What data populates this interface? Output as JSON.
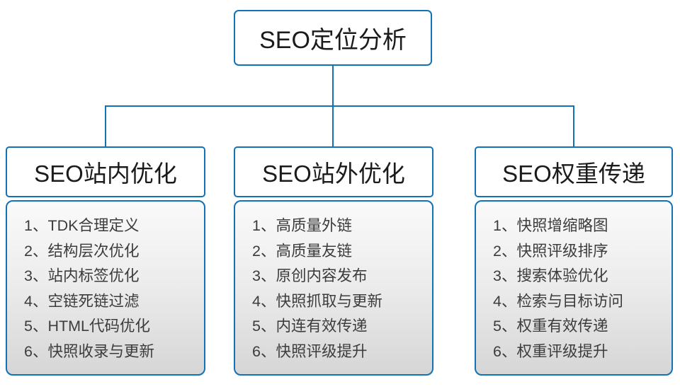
{
  "diagram": {
    "root": {
      "title": "SEO定位分析"
    },
    "columns": [
      {
        "title": "SEO站内优化",
        "items": [
          "1、TDK合理定义",
          "2、结构层次优化",
          "3、站内标签优化",
          "4、空链死链过滤",
          "5、HTML代码优化",
          "6、快照收录与更新"
        ]
      },
      {
        "title": "SEO站外优化",
        "items": [
          "1、高质量外链",
          "2、高质量友链",
          "3、原创内容发布",
          "4、快照抓取与更新",
          "5、内连有效传递",
          "6、快照评级提升"
        ]
      },
      {
        "title": "SEO权重传递",
        "items": [
          "1、快照增缩略图",
          "2、快照评级排序",
          "3、搜索体验优化",
          "4、检索与目标访问",
          "5、权重有效传递",
          "6、权重评级提升"
        ]
      }
    ],
    "colors": {
      "accent_blue": "#1272b6",
      "panel_gradient_top": "#fafafa",
      "panel_gradient_bottom": "#d6d6d6",
      "title_text": "#1b1b1b",
      "item_text": "#3c3c3c"
    }
  }
}
